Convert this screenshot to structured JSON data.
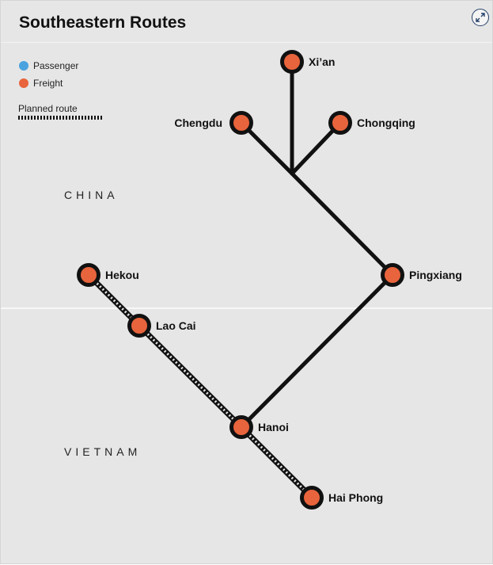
{
  "title": "Southeastern Routes",
  "expand_button_icon": "expand-arrows-icon",
  "legend": {
    "passenger": {
      "label": "Passenger",
      "color": "#4aa3df"
    },
    "freight": {
      "label": "Freight",
      "color": "#e8643c"
    },
    "planned": {
      "label": "Planned route"
    }
  },
  "countries": {
    "china": "CHINA",
    "vietnam": "VIETNAM"
  },
  "colors": {
    "line": "#111111",
    "freight": "#e8643c",
    "background": "#e6e6e6"
  },
  "cities": [
    {
      "id": "xian",
      "name": "Xi’an"
    },
    {
      "id": "chengdu",
      "name": "Chengdu"
    },
    {
      "id": "chongqing",
      "name": "Chongqing"
    },
    {
      "id": "pingxiang",
      "name": "Pingxiang"
    },
    {
      "id": "hekou",
      "name": "Hekou"
    },
    {
      "id": "laocai",
      "name": "Lao Cai"
    },
    {
      "id": "hanoi",
      "name": "Hanoi"
    },
    {
      "id": "haiphong",
      "name": "Hai Phong"
    }
  ],
  "routes": [
    {
      "from": "xian",
      "to": "junction",
      "type": "freight"
    },
    {
      "from": "chengdu",
      "to": "junction",
      "type": "freight"
    },
    {
      "from": "chongqing",
      "to": "junction",
      "type": "freight"
    },
    {
      "from": "junction",
      "to": "pingxiang",
      "type": "freight"
    },
    {
      "from": "pingxiang",
      "to": "hanoi",
      "type": "freight"
    },
    {
      "from": "hekou",
      "to": "laocai",
      "type": "planned"
    },
    {
      "from": "laocai",
      "to": "hanoi",
      "type": "planned"
    },
    {
      "from": "hanoi",
      "to": "haiphong",
      "type": "planned"
    }
  ]
}
